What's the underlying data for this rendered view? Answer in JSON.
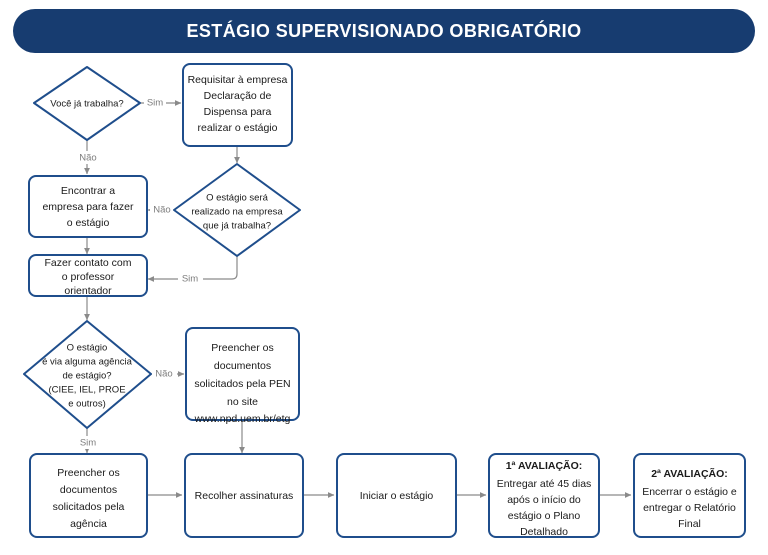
{
  "header": {
    "title": "ESTÁGIO SUPERVISIONADO OBRIGATÓRIO",
    "background_color": "#173C70",
    "text_color": "#FFFFFF"
  },
  "theme": {
    "node_border_color": "#1F4E8C",
    "node_fill_color": "#FFFFFF",
    "connector_color": "#8A8A8A",
    "edge_label_color": "#7D7D7D",
    "node_text_color": "#1A1A1A"
  },
  "nodes": {
    "decision_already_works": {
      "type": "decision",
      "lines": [
        "Você já trabalha?"
      ]
    },
    "process_request_declaration": {
      "type": "process",
      "lines": [
        "Requisitar à empresa",
        "Declaração de",
        "Dispensa para",
        "realizar o estágio"
      ]
    },
    "decision_internship_at_employer": {
      "type": "decision",
      "lines": [
        "O estágio será",
        "realizado na empresa",
        "que já trabalha?"
      ]
    },
    "process_find_company": {
      "type": "process",
      "lines": [
        "Encontrar a",
        "empresa para fazer",
        "o estágio"
      ]
    },
    "process_contact_professor": {
      "type": "process",
      "lines": [
        "Fazer contato com",
        "o professor",
        "orientador"
      ]
    },
    "decision_via_agency": {
      "type": "decision",
      "lines": [
        "O estágio",
        "é via alguma agência",
        "de estágio?",
        "(CIEE, IEL, PROE",
        "e outros)"
      ]
    },
    "process_fill_pen_documents": {
      "type": "process",
      "lines": [
        "Preencher  os",
        "documentos",
        "solicitados pela PEN",
        "no site",
        "www.npd.uem.br/etg"
      ]
    },
    "process_fill_agency_documents": {
      "type": "process",
      "lines": [
        "Preencher os",
        "documentos",
        "solicitados pela",
        "agência"
      ]
    },
    "process_collect_signatures": {
      "type": "process",
      "lines": [
        "Recolher assinaturas"
      ]
    },
    "process_start_internship": {
      "type": "process",
      "lines": [
        "Iniciar o estágio"
      ]
    },
    "process_first_evaluation": {
      "type": "process",
      "title": "1ª AVALIAÇÃO:",
      "lines": [
        "Entregar até 45 dias",
        "após o início do",
        "estágio o Plano",
        "Detalhado"
      ]
    },
    "process_second_evaluation": {
      "type": "process",
      "title": "2ª AVALIAÇÃO:",
      "lines": [
        "Encerrar o estágio e",
        "entregar o Relatório",
        "Final"
      ]
    }
  },
  "edge_labels": {
    "works_yes": "Sim",
    "works_no": "Não",
    "at_employer_no": "Não",
    "at_employer_yes": "Sim",
    "agency_no": "Não",
    "agency_yes": "Sim"
  }
}
